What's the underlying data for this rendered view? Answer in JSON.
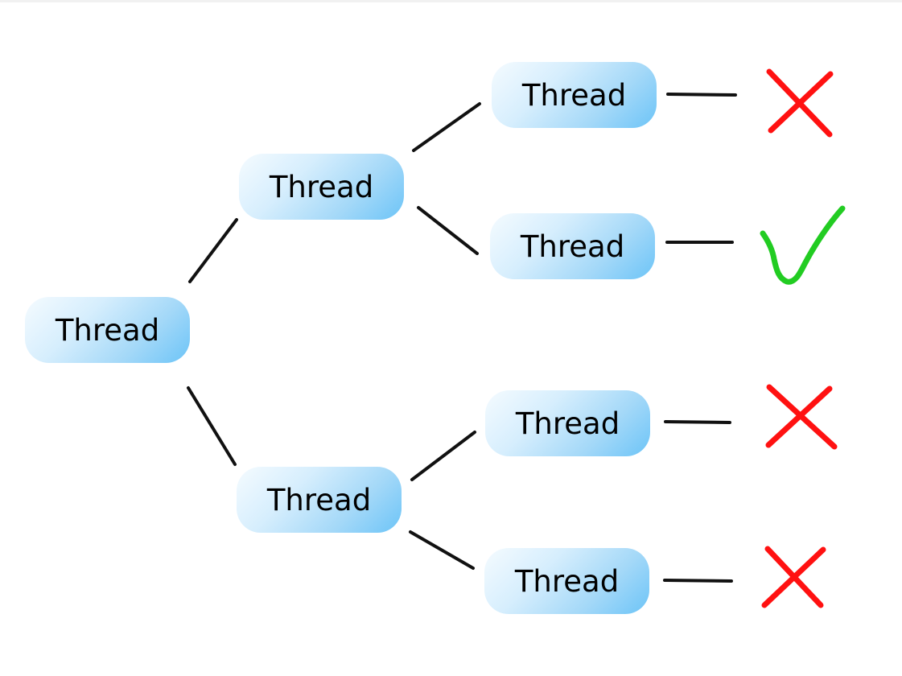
{
  "nodes": {
    "root": "Thread",
    "a": "Thread",
    "b": "Thread",
    "a1": "Thread",
    "a2": "Thread",
    "b1": "Thread",
    "b2": "Thread"
  },
  "outcomes": [
    {
      "node": "a1",
      "result": "fail"
    },
    {
      "node": "a2",
      "result": "success"
    },
    {
      "node": "b1",
      "result": "fail"
    },
    {
      "node": "b2",
      "result": "fail"
    }
  ],
  "colors": {
    "node_light": "#f5fbff",
    "node_dark": "#6cc4f7",
    "line": "#111111",
    "fail": "#ff1111",
    "success": "#22cc22"
  }
}
